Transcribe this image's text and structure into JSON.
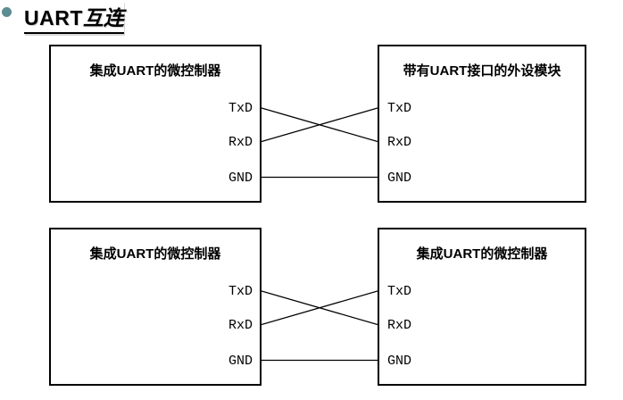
{
  "title": {
    "latin": "UART",
    "cjk": "互连",
    "bullet_color": "#5d8d92"
  },
  "colors": {
    "line": "#000000",
    "box_border": "#000000",
    "background": "#ffffff",
    "text": "#000000"
  },
  "diagrams": [
    {
      "left_box": {
        "label": "集成UART的微控制器",
        "pins": [
          "TxD",
          "RxD",
          "GND"
        ]
      },
      "right_box": {
        "label": "带有UART接口的外设模块",
        "pins": [
          "TxD",
          "RxD",
          "GND"
        ]
      },
      "connections": [
        {
          "from": "TxD",
          "to": "RxD"
        },
        {
          "from": "RxD",
          "to": "TxD"
        },
        {
          "from": "GND",
          "to": "GND"
        }
      ]
    },
    {
      "left_box": {
        "label": "集成UART的微控制器",
        "pins": [
          "TxD",
          "RxD",
          "GND"
        ]
      },
      "right_box": {
        "label": "集成UART的微控制器",
        "pins": [
          "TxD",
          "RxD",
          "GND"
        ]
      },
      "connections": [
        {
          "from": "TxD",
          "to": "RxD"
        },
        {
          "from": "RxD",
          "to": "TxD"
        },
        {
          "from": "GND",
          "to": "GND"
        }
      ]
    }
  ]
}
